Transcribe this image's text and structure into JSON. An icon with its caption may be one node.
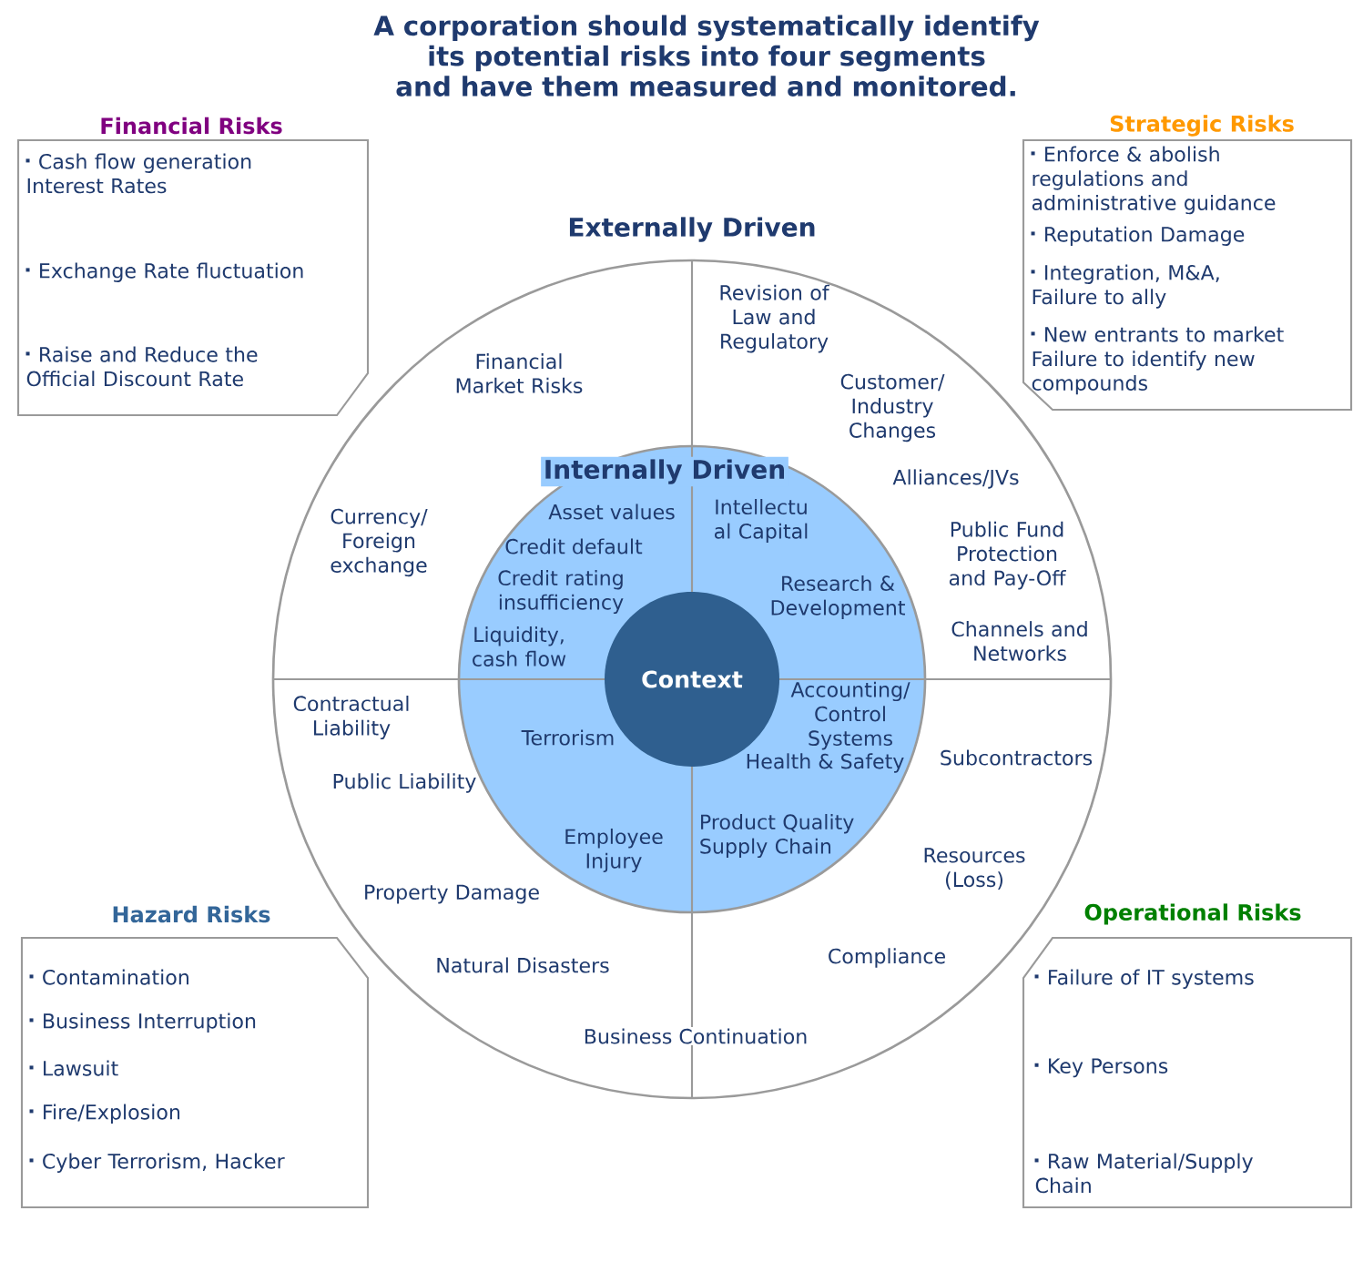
{
  "diagram": {
    "title": "A corporation should systematically identify its potential risks into four segments and have them measured and monitored.",
    "nodes": [
      {
        "text": [
          "Externally Driven"
        ]
      },
      {
        "text": [
          "Internally Driven"
        ],
        "in": 0
      },
      {
        "text": [
          "Context"
        ],
        "in": 1
      },
      {
        "text": [
          "Financial Risks",
          "Cash flow generation Interest Rates",
          "Exchange Rate fluctuation",
          "Raise and Reduce the Official Discount Rate"
        ]
      },
      {
        "text": [
          "Strategic Risks",
          "Enforce & abolish regulations and administrative guidance",
          "Reputation Damage",
          "Integration, M&A, Failure to ally",
          "New entrants to market Failure to identify new compounds"
        ]
      },
      {
        "text": [
          "Hazard Risks",
          "Contamination",
          "Business Interruption",
          "Lawsuit",
          "Fire/Explosion",
          "Cyber Terrorism, Hacker"
        ]
      },
      {
        "text": [
          "Operational Risks",
          "Failure of IT systems",
          "Key Persons",
          "Raw Material/Supply Chain"
        ]
      }
    ],
    "labels": [
      "Financial Market Risks",
      "Revision of Law and Regulatory",
      "Customer/ Industry Changes",
      "Currency/ Foreign exchange",
      "Alliances/JVs",
      "Public Fund Protection and Pay-Off",
      "Channels and Networks",
      "Contractual Liability",
      "Subcontractors",
      "Public Liability",
      "Resources (Loss)",
      "Property Damage",
      "Natural Disasters",
      "Compliance",
      "Business Continuation",
      "Asset values",
      "Intellectu al Capital",
      "Credit default",
      "Credit rating insufficiency",
      "Research & Development",
      "Liquidity, cash flow",
      "Accounting/ Control Systems",
      "Terrorism",
      "Health & Safety",
      "Employee Injury",
      "Product Quality Supply Chain"
    ]
  }
}
